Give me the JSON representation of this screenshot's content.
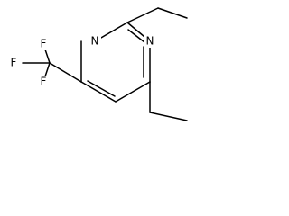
{
  "molecule": {
    "atoms": {
      "ring_n1": "N",
      "ring_n3": "N",
      "fluorine_1": "F",
      "fluorine_2": "F",
      "fluorine_3": "F"
    },
    "colors": {
      "bond": "#000000",
      "label": "#000000",
      "background": "#ffffff"
    }
  }
}
